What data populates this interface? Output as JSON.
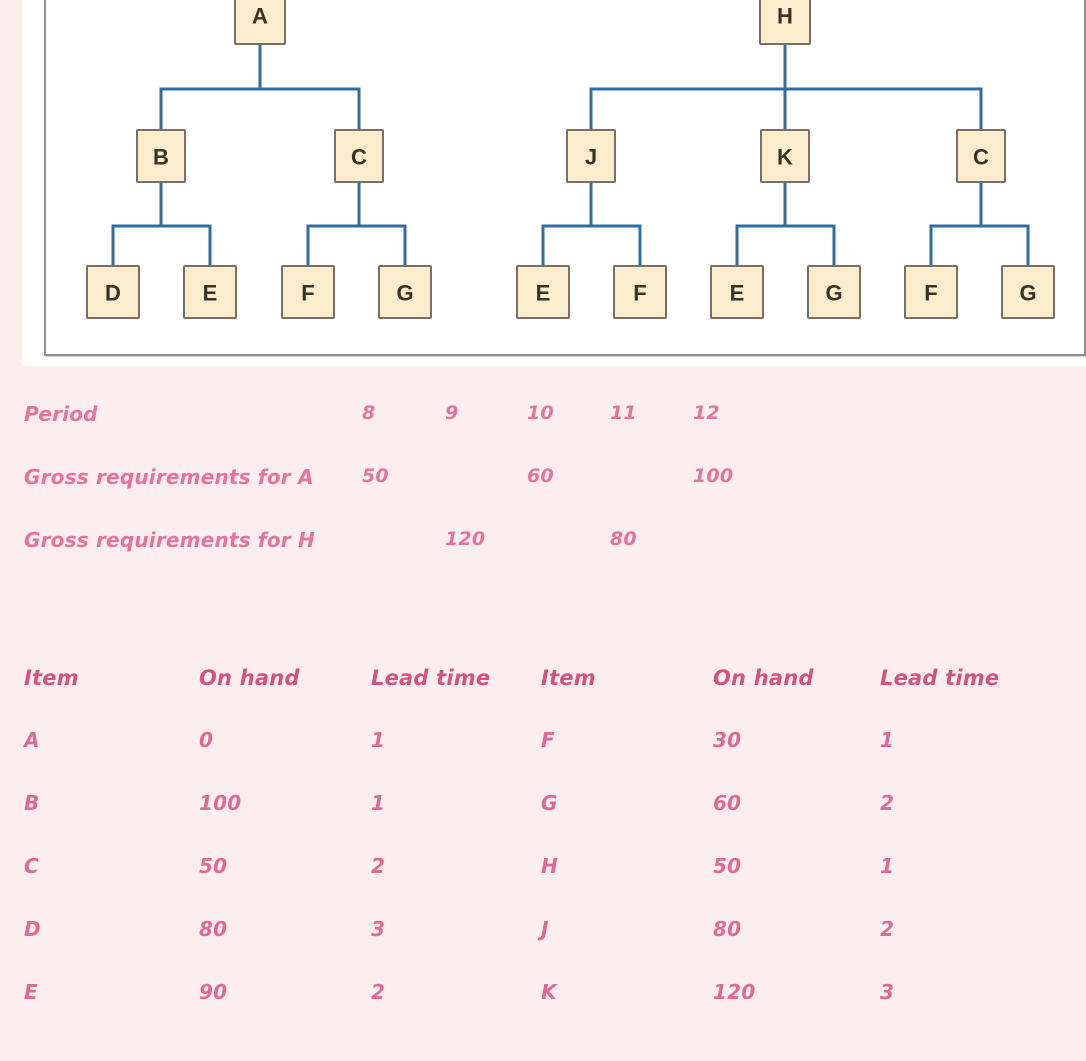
{
  "diagram": {
    "title": "bill-of-materials-tree",
    "node_fill": "#fbeccd",
    "node_stroke": "#7a7164",
    "link_color": "#2f6da3",
    "trees": [
      {
        "root": "A",
        "level2": [
          "B",
          "C"
        ],
        "leaves": [
          [
            "D",
            "E"
          ],
          [
            "F",
            "G"
          ]
        ]
      },
      {
        "root": "H",
        "level2": [
          "J",
          "K",
          "C"
        ],
        "leaves": [
          [
            "E",
            "F"
          ],
          [
            "E",
            "G"
          ],
          [
            "F",
            "G"
          ]
        ]
      }
    ],
    "nodes": {
      "a": "A",
      "b": "B",
      "c1": "C",
      "d": "D",
      "e1": "E",
      "f1": "F",
      "g1": "G",
      "h": "H",
      "j": "J",
      "k": "K",
      "c2": "C",
      "e2": "E",
      "f2": "F",
      "e3": "E",
      "g2": "G",
      "f3": "F",
      "g3": "G"
    }
  },
  "period_table": {
    "accent": "#e8739c",
    "rows": [
      {
        "label": "Period",
        "values": [
          "8",
          "9",
          "10",
          "11",
          "12"
        ]
      },
      {
        "label": "Gross requirements for A",
        "values": [
          "50",
          "",
          "60",
          "",
          "100"
        ]
      },
      {
        "label": "Gross requirements for H",
        "values": [
          "",
          "120",
          "",
          "80",
          ""
        ]
      }
    ]
  },
  "items_table": {
    "accent": "#d4547e",
    "headers": [
      "Item",
      "On hand",
      "Lead time",
      "Item",
      "On hand",
      "Lead time"
    ],
    "rows": [
      [
        "A",
        "0",
        "1",
        "F",
        "30",
        "1"
      ],
      [
        "B",
        "100",
        "1",
        "G",
        "60",
        "2"
      ],
      [
        "C",
        "50",
        "2",
        "H",
        "50",
        "1"
      ],
      [
        "D",
        "80",
        "3",
        "J",
        "80",
        "2"
      ],
      [
        "E",
        "90",
        "2",
        "K",
        "120",
        "3"
      ]
    ]
  }
}
